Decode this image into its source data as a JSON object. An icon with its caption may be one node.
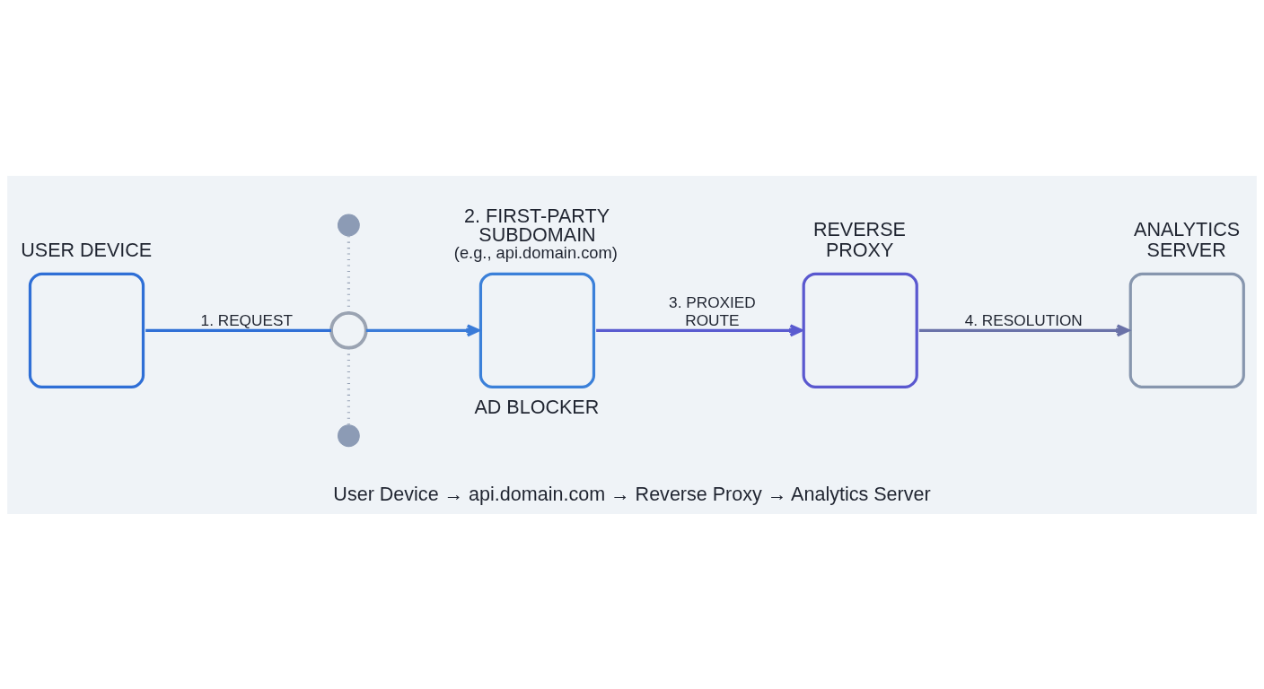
{
  "diagram": {
    "caption": "User Device → api.domain.com → Reverse Proxy → Analytics Server",
    "nodes": [
      {
        "text": [
          "USER DEVICE"
        ]
      },
      {
        "text": [],
        "shape": "circle"
      },
      {
        "text": [],
        "shape": "circle"
      },
      {
        "text": [],
        "shape": "circle"
      },
      {
        "text": [
          "2. FIRST-PARTY SUBDOMAIN",
          "(e.g., api.domain.com)"
        ],
        "beside": [
          "AD BLOCKER"
        ]
      },
      {
        "text": [
          "REVERSE PROXY"
        ]
      },
      {
        "text": [
          "ANALYTICS SERVER"
        ]
      }
    ],
    "edges": [
      {
        "from": 0,
        "to": 2,
        "arrow": "none",
        "label": "1. REQUEST",
        "color": "#2f6fd6"
      },
      {
        "from": 2,
        "to": 4,
        "arrow": "to",
        "color": "#3a7bd8"
      },
      {
        "from": 4,
        "to": 5,
        "arrow": "to",
        "label": "3. PROXIED ROUTE",
        "color": "#5a5bd0"
      },
      {
        "from": 5,
        "to": 6,
        "arrow": "to",
        "label": "4. RESOLUTION",
        "color": "#6a72a8"
      },
      {
        "from": 1,
        "to": 2,
        "arrow": "none",
        "style": "dashed",
        "color": "#98a3b6"
      },
      {
        "from": 2,
        "to": 3,
        "arrow": "none",
        "style": "dashed",
        "color": "#98a3b6"
      }
    ]
  }
}
